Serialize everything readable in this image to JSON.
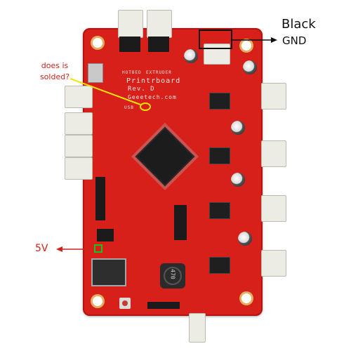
{
  "annotations": {
    "black_label": "Black",
    "gnd_label": "GND",
    "solder_question": "does is solded?",
    "five_volt_label": "5V"
  },
  "board": {
    "name": "Printrboard",
    "revision": "Rev. D",
    "website": "Geeetech.com",
    "connector_labels": [
      "HOTBED",
      "EXTRUDER"
    ],
    "inductor_marking": "470",
    "usb_marking": "USB"
  },
  "colors": {
    "board": "#d8201b",
    "annotation_red": "#d0211b",
    "highlight_yellow": "#f2e20a",
    "highlight_green": "#17c21c"
  }
}
